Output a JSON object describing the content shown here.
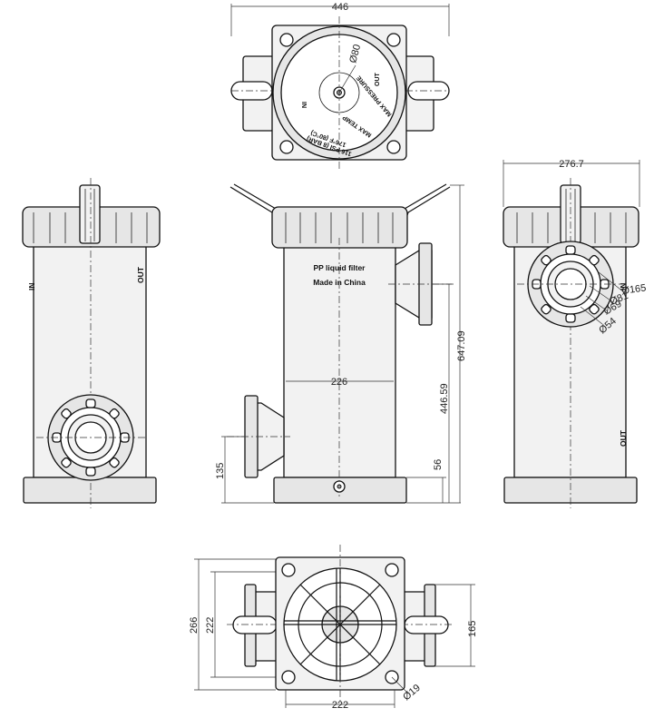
{
  "dimensions": {
    "top_width": "446",
    "top_diameter": "Ø80",
    "side_width": "276.7",
    "height_total": "647.09",
    "height_outlet": "446.59",
    "inner_width": "226",
    "inlet_height": "135",
    "base_height": "56",
    "flange_outer": "Ø165",
    "flange_d2": "Ø81",
    "flange_d3": "Ø69",
    "flange_d4": "Ø54",
    "bottom_overall": "266",
    "bottom_inner_left": "222",
    "bottom_flange": "165",
    "bottom_width": "222",
    "hole_diameter": "Ø19"
  },
  "cap_text": {
    "max_pressure": "MAX PRESSURE",
    "psi": "116 PSI (8 BAR)",
    "max_temp": "MAX TEMP",
    "temp": "176°F (80°C)",
    "in": "IN",
    "out": "OUT"
  },
  "body_text": {
    "line1": "PP liquid filter",
    "line2": "Made in China"
  },
  "port_labels": {
    "inlet": "IN",
    "outlet": "OUT"
  }
}
